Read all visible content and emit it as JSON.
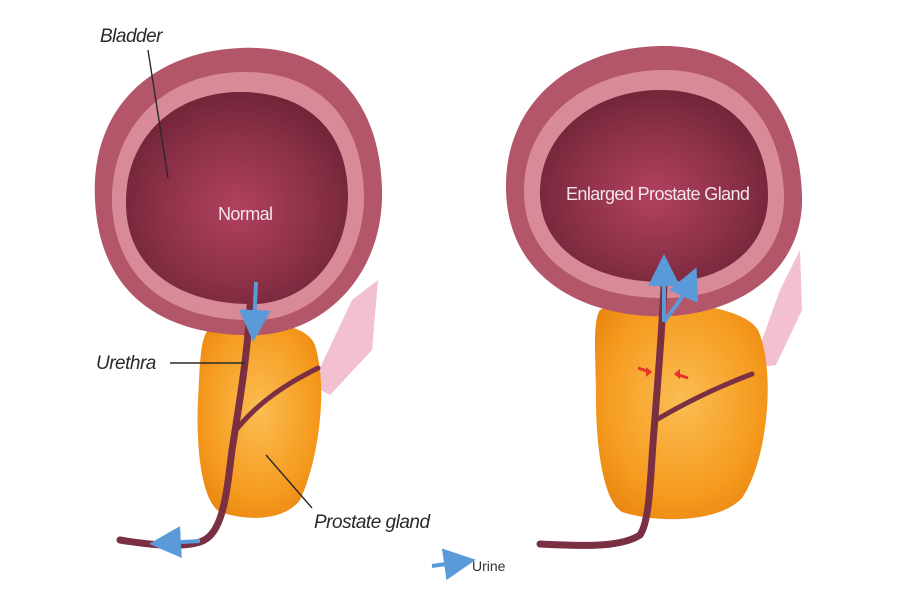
{
  "labels": {
    "bladder": "Bladder",
    "normal": "Normal",
    "urethra": "Urethra",
    "prostate_gland": "Prostate gland",
    "enlarged": "Enlarged Prostate Gland",
    "urine": "Urine"
  },
  "colors": {
    "bladder_outer": "#b4566a",
    "bladder_rim": "#d98a98",
    "bladder_inner": "#7e2a3e",
    "prostate": "#f59a1e",
    "prostate_light": "#fbc25a",
    "urethra": "#7a2f42",
    "duct": "#f2c0cf",
    "urine_arrow": "#5b9ad8",
    "compression_arrow": "#e8322b"
  }
}
